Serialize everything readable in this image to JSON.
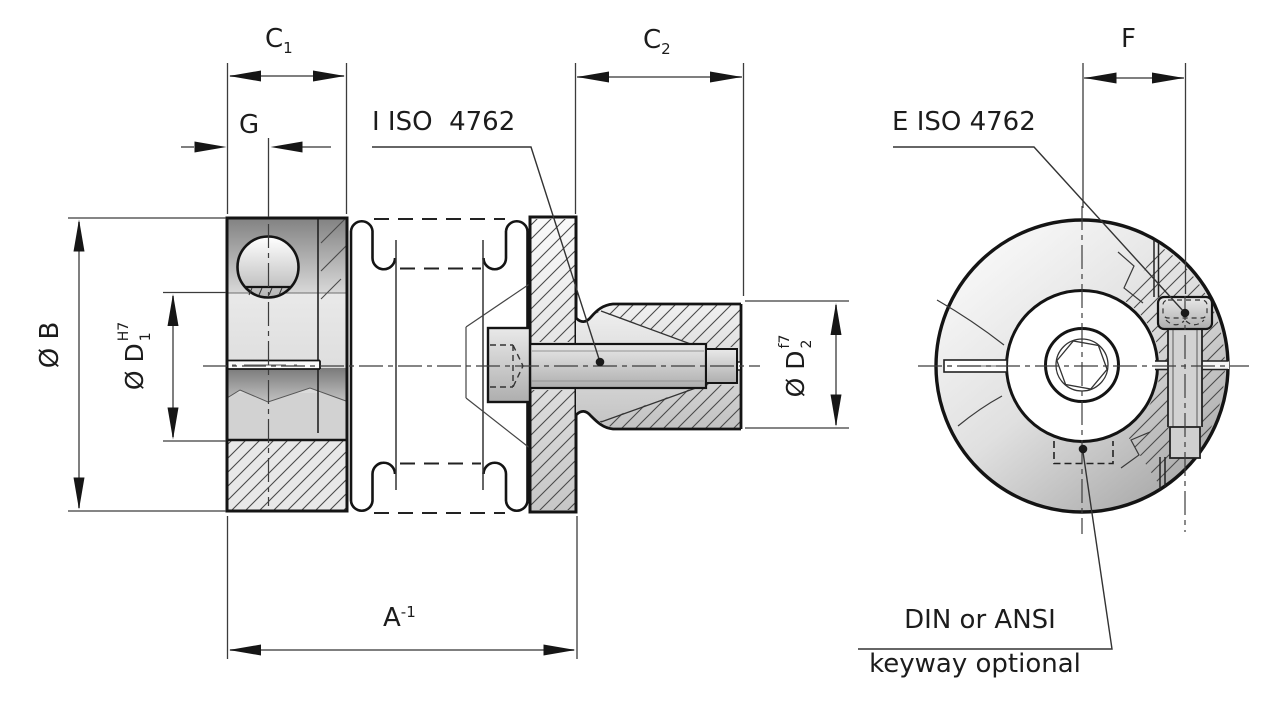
{
  "drawing_title": "bellows coupling technical drawing",
  "dims": {
    "c1": {
      "base": "C",
      "sub": "1"
    },
    "c2": {
      "base": "C",
      "sub": "2"
    },
    "f": {
      "base": "F"
    },
    "g": {
      "base": "G"
    },
    "a": {
      "base": "A",
      "sup": "-1"
    },
    "dia_b": {
      "symbol": "Ø",
      "base": "B"
    },
    "dia_d1": {
      "symbol": "Ø",
      "base": "D",
      "sub": "1",
      "sup": "H7"
    },
    "dia_d2": {
      "symbol": "Ø",
      "base": "D",
      "sub": "2",
      "sup": "f7"
    }
  },
  "annotations": {
    "screw_side_view": "I ISO  4762",
    "screw_front_view": "E ISO 4762",
    "keyway_note_line1": "DIN or ANSI",
    "keyway_note_line2": "keyway optional"
  },
  "colors": {
    "outline": "#141414",
    "dimension_line": "#7f7f7f",
    "extension_line": "#3c3c3c",
    "hatch": "#4a4a4a",
    "background": "#ffffff"
  }
}
